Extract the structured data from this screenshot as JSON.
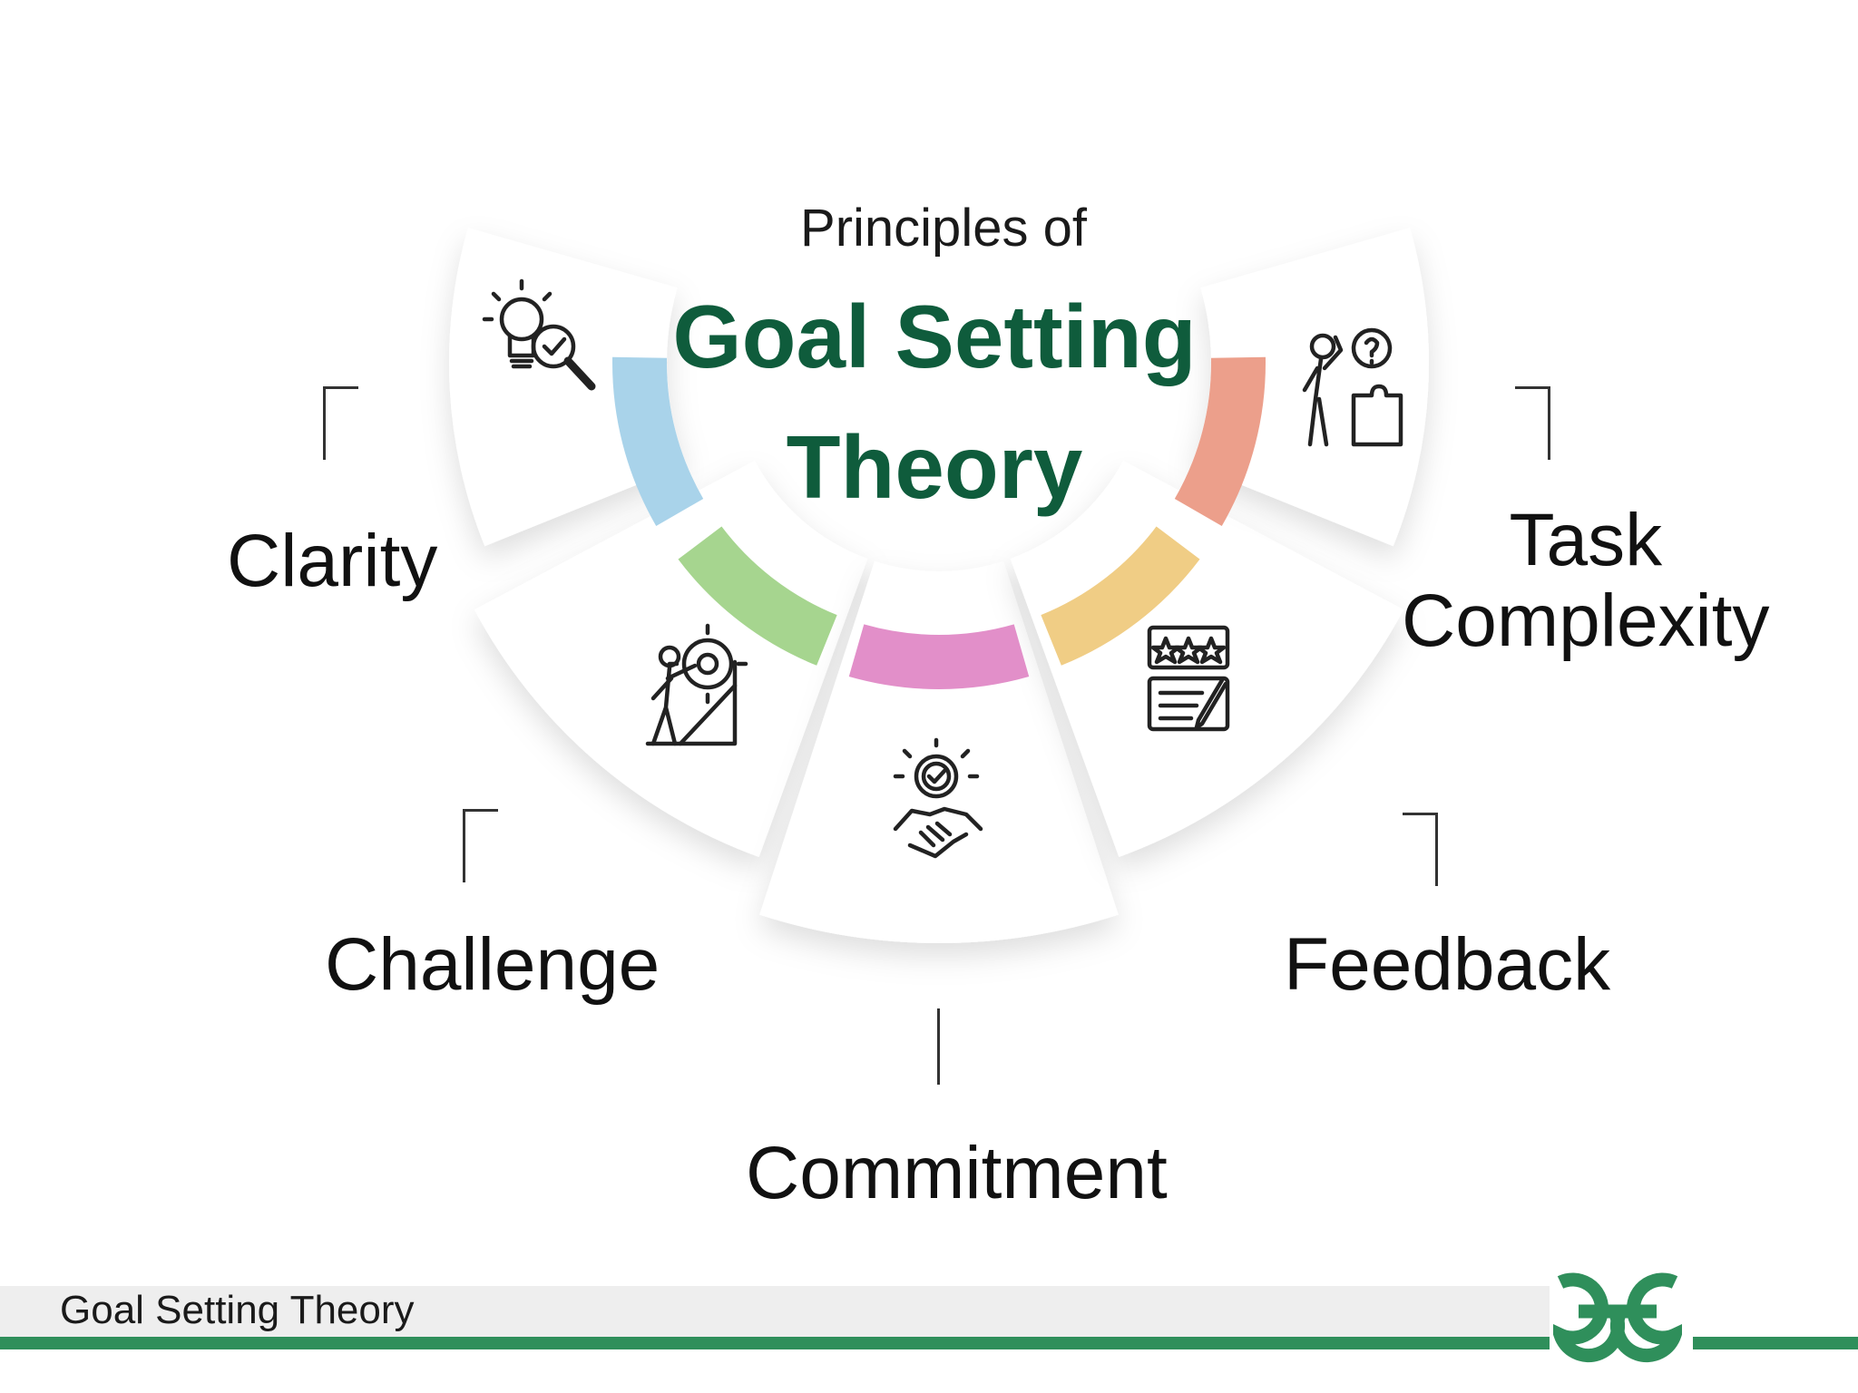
{
  "title": {
    "line1": "Principles of",
    "line2": "Goal Setting",
    "line3": "Theory"
  },
  "principles": [
    {
      "label": "Clarity",
      "icon": "lightbulb-magnifier-icon",
      "arc_color": "#a9d3ea"
    },
    {
      "label": "Challenge",
      "icon": "climber-gear-icon",
      "arc_color": "#a6d58f"
    },
    {
      "label": "Commitment",
      "icon": "handshake-badge-icon",
      "arc_color": "#e28fc9"
    },
    {
      "label": "Feedback",
      "icon": "rating-stars-review-icon",
      "arc_color": "#f0cd85"
    },
    {
      "label": "Task\nComplexity",
      "icon": "person-puzzle-question-icon",
      "arc_color": "#ec9f8b"
    }
  ],
  "footer": {
    "text": "Goal Setting Theory",
    "logo": "gfg-logo-icon",
    "accent_color": "#2f8f5b"
  },
  "colors": {
    "title_green": "#0f5c3c",
    "text": "#111111"
  }
}
